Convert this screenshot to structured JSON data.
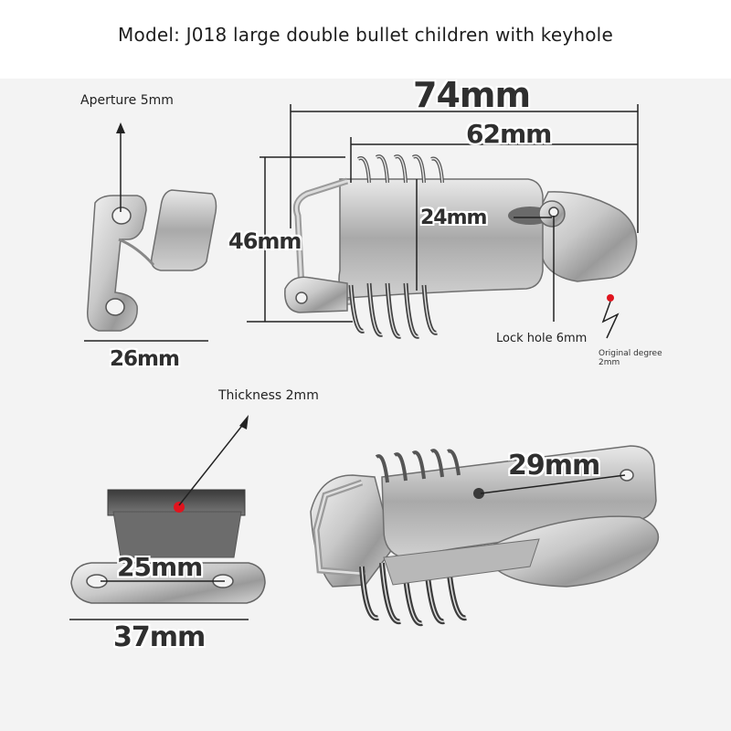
{
  "header": {
    "title": "Model: J018 large double bullet children with keyhole"
  },
  "labels": {
    "aperture": "Aperture 5mm",
    "dim_74": "74mm",
    "dim_62": "62mm",
    "dim_46": "46mm",
    "dim_24": "24mm",
    "dim_26": "26mm",
    "lock_hole": "Lock hole 6mm",
    "original_degree_line1": "Original degree",
    "original_degree_line2": "2mm",
    "thickness": "Thickness 2mm",
    "dim_25": "25mm",
    "dim_37": "37mm",
    "dim_29": "29mm"
  },
  "colors": {
    "background": "#f3f3f3",
    "steel_light": "#d9d9d9",
    "steel_dark": "#8a8a8a",
    "accent_dot": "#e0141e",
    "dimension_line": "#222222"
  }
}
